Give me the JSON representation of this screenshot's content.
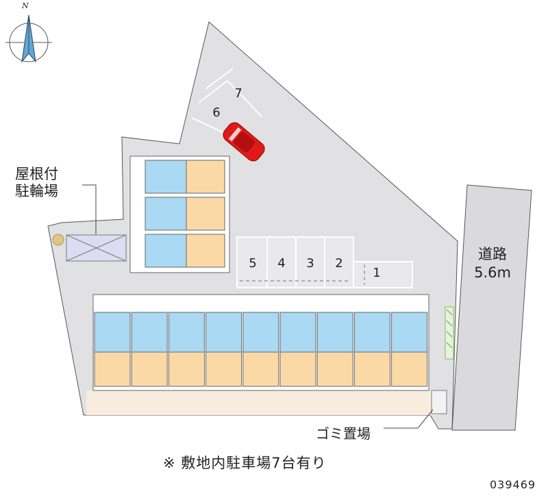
{
  "compass": {
    "north_label": "N"
  },
  "labels": {
    "roof_bike_parking": [
      "屋根付",
      "駐輪場"
    ],
    "road": [
      "道路",
      "5.6m"
    ],
    "garbage": "ゴミ置場",
    "parking_note": "※ 敷地内駐車場7台有り",
    "code": "039469"
  },
  "parking_spaces": [
    "1",
    "2",
    "3",
    "4",
    "5",
    "6",
    "7"
  ],
  "colors": {
    "site": "#e1e1e4",
    "road": "#dadadc",
    "footpath": "#f7ecdd",
    "room_blue": "#a9d9f3",
    "room_orange": "#fbd9a6",
    "bike_shed": "#dcdcf3",
    "car": "#e01a1a",
    "planting": "#7fbf5a"
  }
}
